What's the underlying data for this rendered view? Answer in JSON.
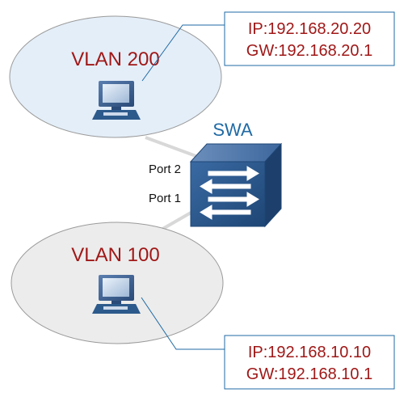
{
  "vlans": [
    {
      "label": "VLAN 200",
      "ip": "IP:192.168.20.20",
      "gw": "GW:192.168.20.1",
      "fill": "#e4eef8"
    },
    {
      "label": "VLAN 100",
      "ip": "IP:192.168.10.10",
      "gw": "GW:192.168.10.1",
      "fill": "#ececec"
    }
  ],
  "switch": {
    "label": "SWA",
    "port_2": "Port 2",
    "port_1": "Port 1"
  },
  "colors": {
    "vlan_text": "#a01818",
    "switch_label": "#1f6aa5",
    "switch_body": "#2d5a8c",
    "callout_line": "#1f6aa5",
    "link_line": "#d8d8d8"
  },
  "icons": [
    "computer-icon",
    "switch-icon"
  ]
}
